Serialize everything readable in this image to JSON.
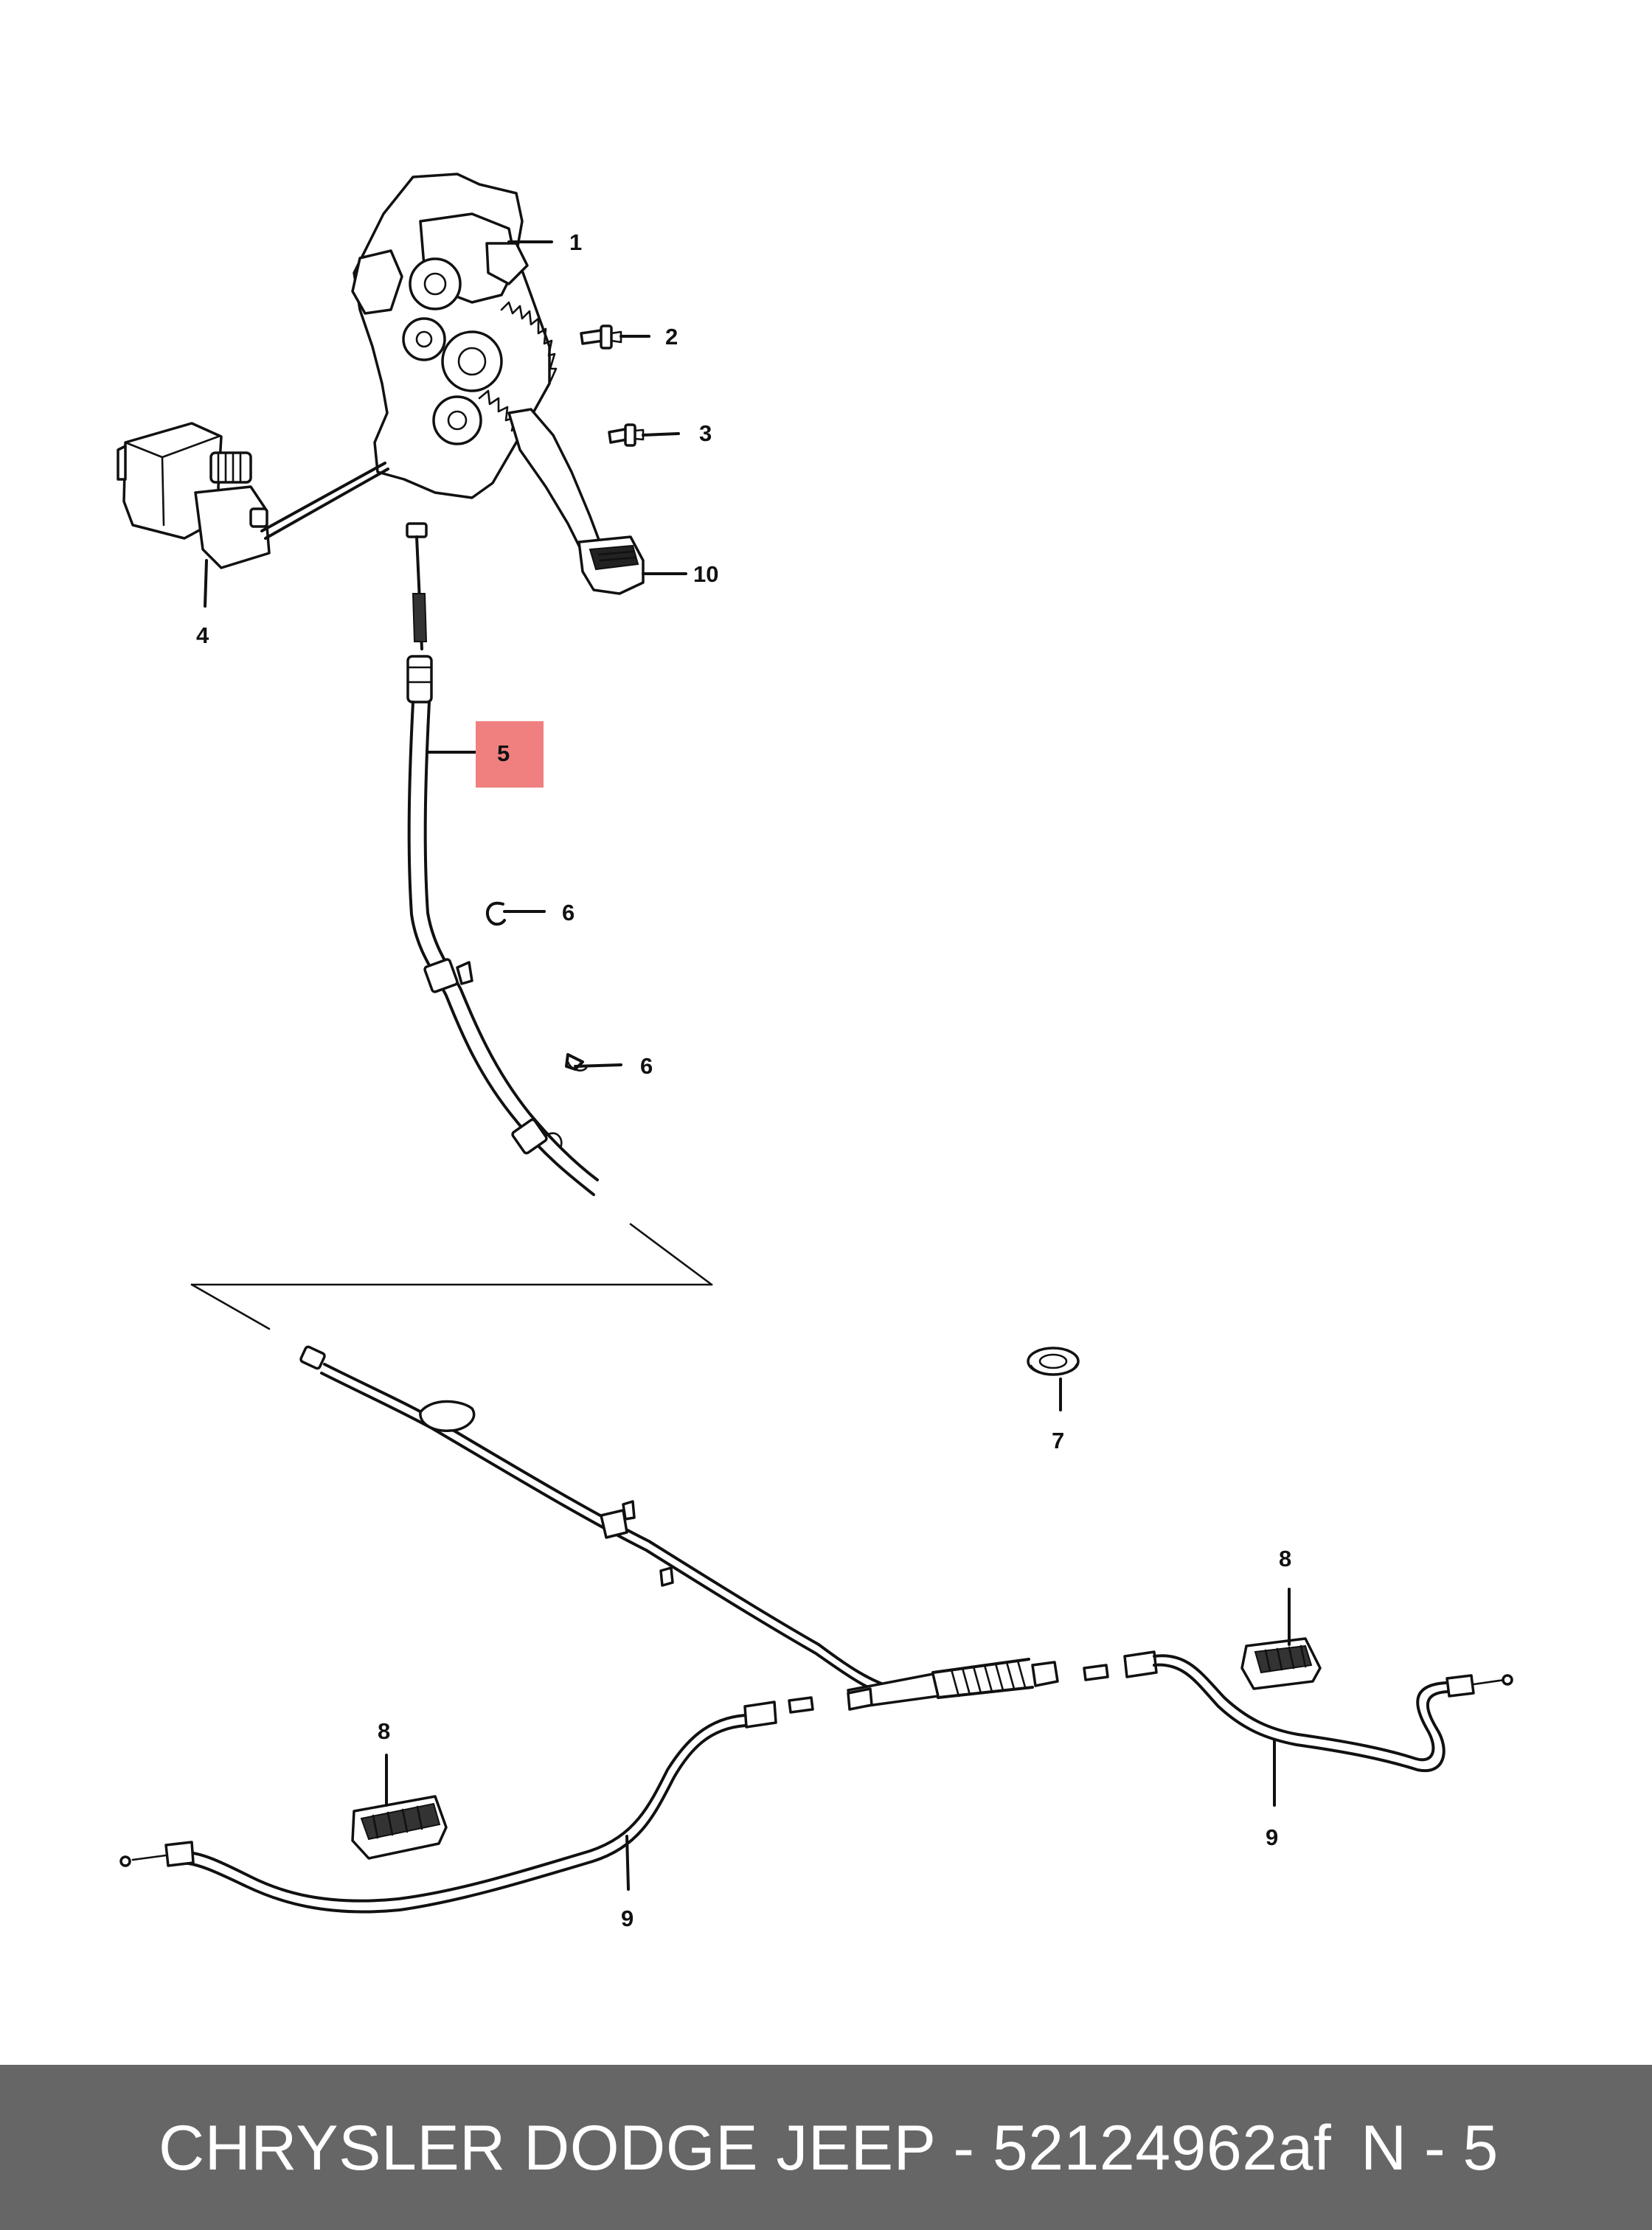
{
  "diagram": {
    "callouts": {
      "c1": "1",
      "c2": "2",
      "c3": "3",
      "c4": "4",
      "c5": "5",
      "c6a": "6",
      "c6b": "6",
      "c7": "7",
      "c8a": "8",
      "c8b": "8",
      "c9a": "9",
      "c9b": "9",
      "c10": "10"
    },
    "highlight_color": "#f08080"
  },
  "footer": {
    "title": "CHRYSLER DODGE JEEP - 52124962af",
    "page": "N - 5",
    "background": "#666666"
  }
}
